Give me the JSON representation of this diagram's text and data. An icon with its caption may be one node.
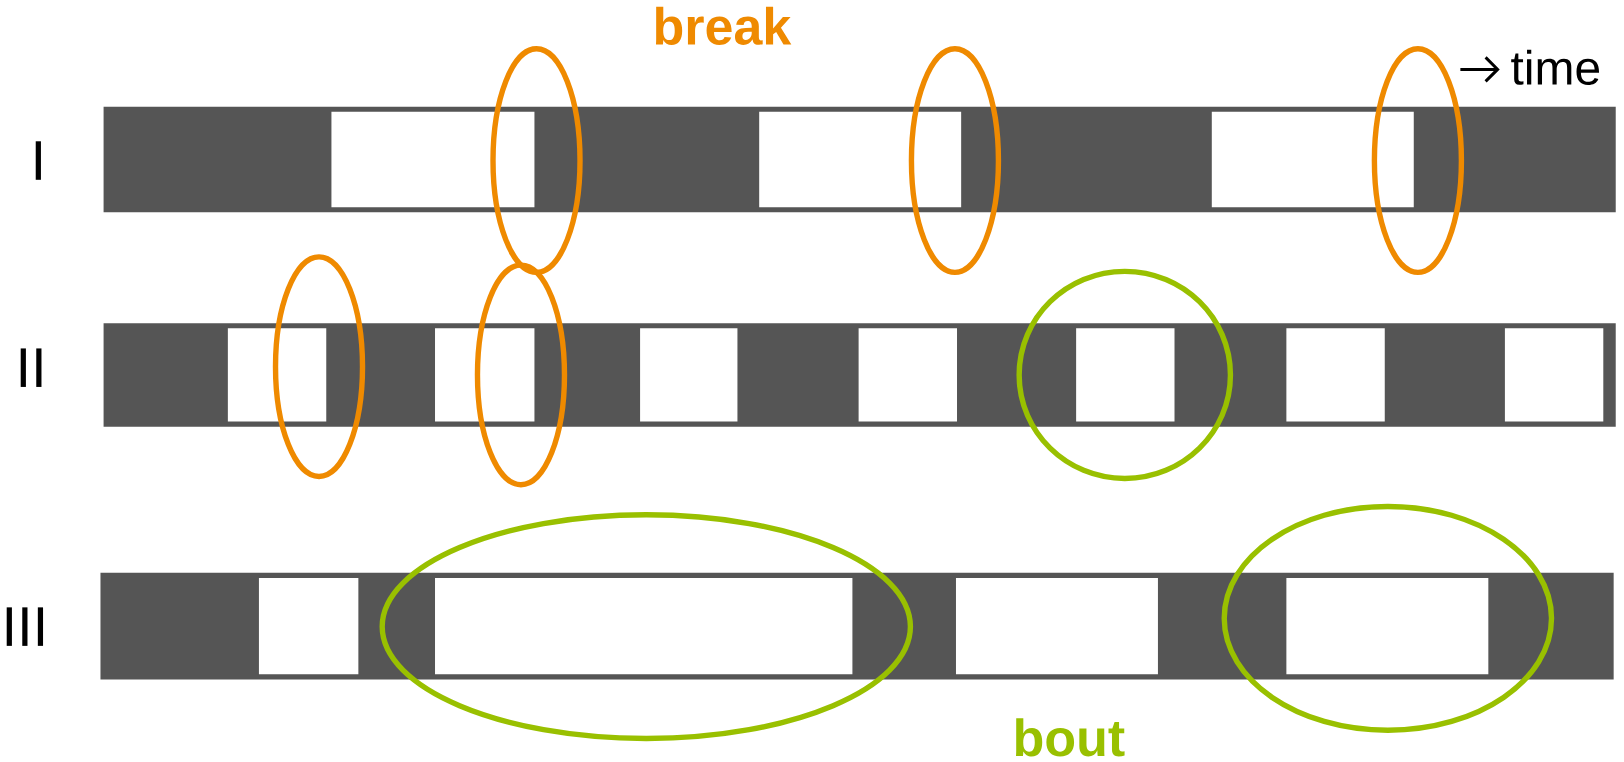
{
  "diagram": {
    "labels": [
      "break",
      "time",
      "I",
      "II",
      "III",
      "bout"
    ]
  }
}
